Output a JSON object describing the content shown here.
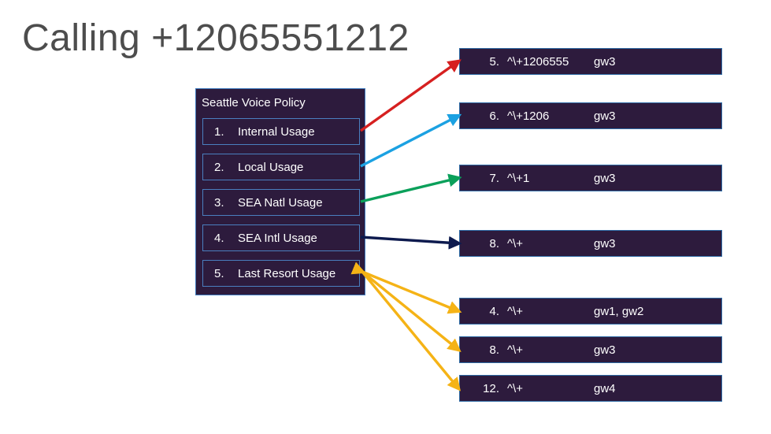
{
  "slide": {
    "title": "Calling +12065551212",
    "title_color": "#4d4d4d",
    "background": "#ffffff"
  },
  "colors": {
    "box_fill": "#2d1b3d",
    "box_border": "#2f6ca6",
    "panel_border": "#3f7bbf",
    "text": "#ffffff",
    "arrow_red": "#d62020",
    "arrow_cyan": "#1ba1e2",
    "arrow_green": "#0aa05a",
    "arrow_navy": "#0d1a4e",
    "arrow_amber": "#f5b316"
  },
  "policy_panel": {
    "title": "Seattle Voice Policy",
    "items": [
      {
        "index": "1.",
        "label": "Internal Usage"
      },
      {
        "index": "2.",
        "label": "Local Usage"
      },
      {
        "index": "3.",
        "label": "SEA Natl Usage"
      },
      {
        "index": "4.",
        "label": "SEA Intl Usage"
      },
      {
        "index": "5.",
        "label": "Last Resort Usage"
      }
    ]
  },
  "routes": [
    {
      "num": "5.",
      "pattern": "^\\+1206555",
      "gw": "gw3"
    },
    {
      "num": "6.",
      "pattern": "^\\+1206",
      "gw": "gw3"
    },
    {
      "num": "7.",
      "pattern": "^\\+1",
      "gw": "gw3"
    },
    {
      "num": "8.",
      "pattern": "^\\+",
      "gw": "gw3"
    },
    {
      "num": "4.",
      "pattern": "^\\+",
      "gw": "gw1, gw2"
    },
    {
      "num": "8.",
      "pattern": "^\\+",
      "gw": "gw3"
    },
    {
      "num": "12.",
      "pattern": "^\\+",
      "gw": "gw4"
    }
  ],
  "connectors": [
    {
      "name": "internal-usage-to-route-5",
      "color": "#d62020",
      "from_item": 1,
      "to_route": 0
    },
    {
      "name": "local-usage-to-route-6",
      "color": "#1ba1e2",
      "from_item": 2,
      "to_route": 1
    },
    {
      "name": "sea-natl-usage-to-route-7",
      "color": "#0aa05a",
      "from_item": 3,
      "to_route": 2
    },
    {
      "name": "sea-intl-usage-to-route-8",
      "color": "#0d1a4e",
      "from_item": 4,
      "to_route": 3
    },
    {
      "name": "last-resort-to-route-4",
      "color": "#f5b316",
      "from_item": 5,
      "to_route": 4
    },
    {
      "name": "last-resort-to-route-8",
      "color": "#f5b316",
      "from_item": 5,
      "to_route": 5
    },
    {
      "name": "last-resort-to-route-12",
      "color": "#f5b316",
      "from_item": 5,
      "to_route": 6
    }
  ]
}
